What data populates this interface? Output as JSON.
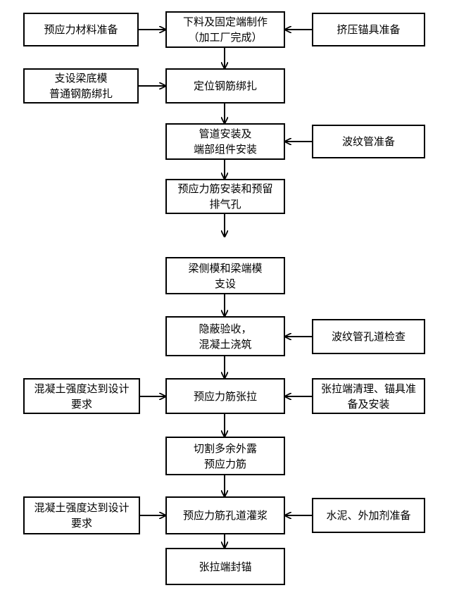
{
  "flowchart": {
    "steps": {
      "s1": "下料及固定端制作\n（加工厂完成）",
      "s2": "定位钢筋绑扎",
      "s3": "管道安装及\n端部组件安装",
      "s4": "预应力筋安装和预留\n排气孔",
      "s5": "梁侧模和梁端模\n支设",
      "s6": "隐蔽验收，\n混凝土浇筑",
      "s7": "预应力筋张拉",
      "s8": "切割多余外露\n预应力筋",
      "s9": "预应力筋孔道灌浆",
      "s10": "张拉端封锚"
    },
    "left_inputs": {
      "l1": "预应力材料准备",
      "l2": "支设梁底模\n普通钢筋绑扎",
      "l3": "混凝土强度达到设计\n要求",
      "l4": "混凝土强度达到设计\n要求"
    },
    "right_inputs": {
      "r1": "挤压锚具准备",
      "r2": "波纹管准备",
      "r3": "波纹管孔道检查",
      "r4": "张拉端清理、锚具准\n备及安装",
      "r5": "水泥、外加剂准备"
    }
  }
}
